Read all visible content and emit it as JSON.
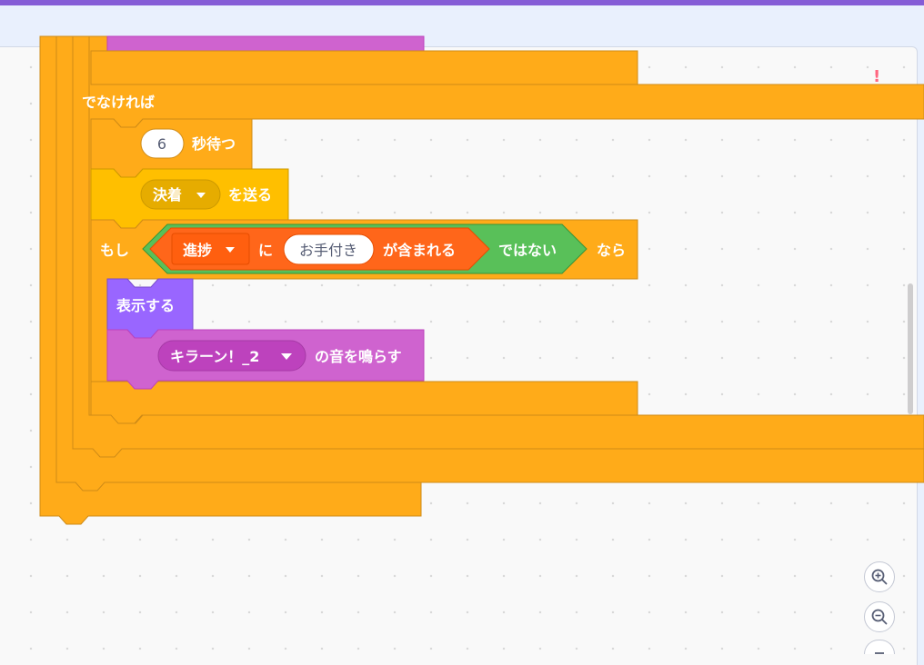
{
  "blocks": {
    "else_label": "でなければ",
    "wait": {
      "value": "6",
      "label": "秒待つ"
    },
    "broadcast": {
      "message": "決着",
      "label": "を送る"
    },
    "if_block": {
      "if_label": "もし",
      "then_label": "なら"
    },
    "not_op": {
      "label": "ではない"
    },
    "list_contains": {
      "list_name": "進捗",
      "of_label": "に",
      "item": "お手付き",
      "label": "が含まれる"
    },
    "show": {
      "label": "表示する"
    },
    "play_sound": {
      "sound": "キラーン！_2",
      "label": "の音を鳴らす"
    }
  },
  "warning": {
    "symbol": "!"
  },
  "colors": {
    "control": "#ffab19",
    "events": "#ffbf00",
    "lists": "#ff661a",
    "operators": "#59c059",
    "looks": "#9966ff",
    "sound": "#cf63cf",
    "menu_bar": "#855cd6"
  },
  "icons": {
    "zoom_in": "zoom-in-icon",
    "zoom_out": "zoom-out-icon",
    "reset": "zoom-reset-icon"
  }
}
